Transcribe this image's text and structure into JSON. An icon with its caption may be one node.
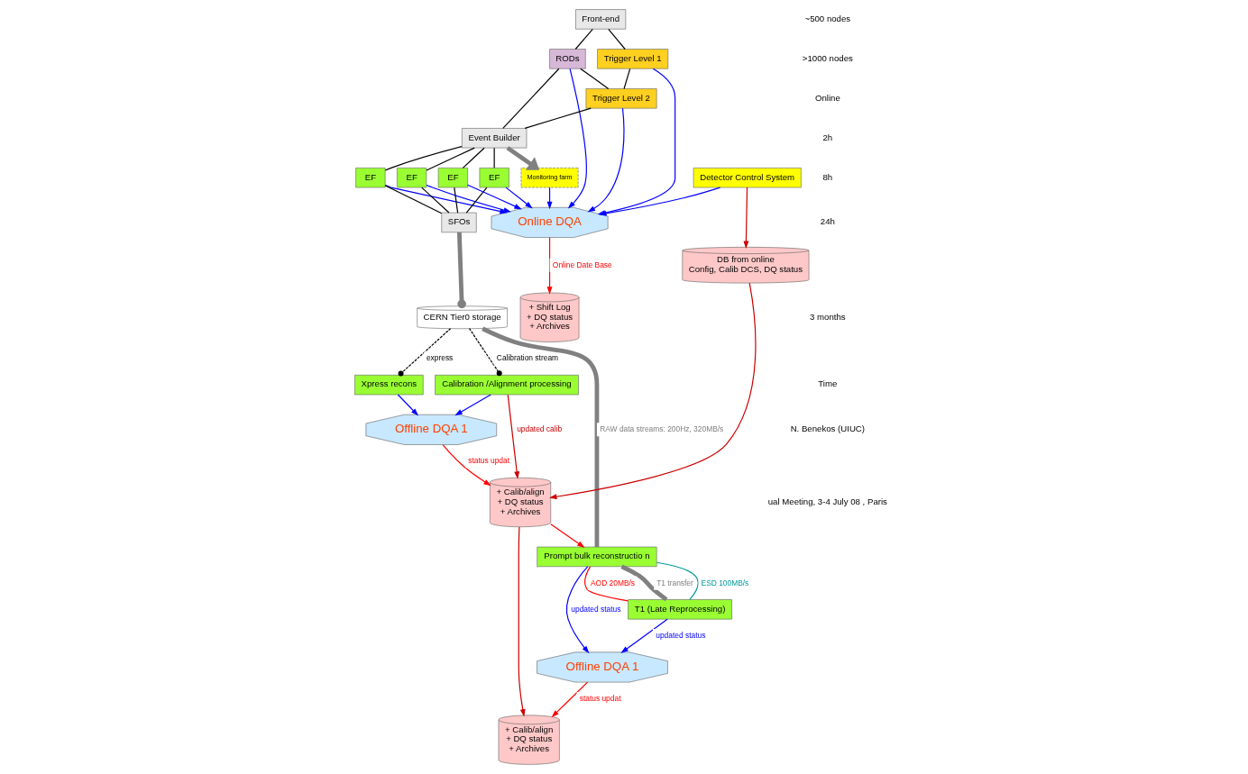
{
  "diagram": {
    "nodes": [
      {
        "text": [
          "Front-end"
        ]
      },
      {
        "text": [
          "Detector Control System"
        ]
      },
      {
        "text": [
          "Trigger Level 1"
        ]
      },
      {
        "text": [
          "RODs"
        ]
      },
      {
        "text": [
          "Online DQA"
        ]
      },
      {
        "text": [
          "Trigger Level 2"
        ]
      },
      {
        "text": [
          "Event Builder"
        ]
      },
      {
        "text": [
          "Monitoring farm"
        ]
      },
      {
        "text": [
          "EF"
        ]
      },
      {
        "text": [
          "EF"
        ]
      },
      {
        "text": [
          "EF"
        ]
      },
      {
        "text": [
          "EF"
        ]
      },
      {
        "text": [
          "SFOs"
        ]
      },
      {
        "text": [
          "+ Shift Log",
          "+ DQ status",
          "+ Archives"
        ]
      },
      {
        "text": [
          "CERN Tier0 storage"
        ]
      },
      {
        "text": [
          "DB from online",
          "Config, Calib DCS, DQ status"
        ]
      },
      {
        "text": [
          "Xpress recons"
        ]
      },
      {
        "text": [
          "Calibration /Alignment processing"
        ]
      },
      {
        "text": [
          "Offline DQA 1"
        ]
      },
      {
        "text": [
          "+ Calib/align",
          "+ DQ status",
          "+ Archives"
        ]
      },
      {
        "text": [
          "Prompt bulk reconstructio n"
        ]
      },
      {
        "text": [
          "Offline DQA 1"
        ]
      },
      {
        "text": [
          "T1 (Late Reprocessing)"
        ]
      },
      {
        "text": [
          "+ Calib/align",
          "+ DQ status",
          "+ Archives"
        ]
      }
    ],
    "edges": [
      {
        "from": 0,
        "to": 2,
        "arrow": "none"
      },
      {
        "from": 0,
        "to": 3,
        "arrow": "none"
      },
      {
        "from": 2,
        "to": 5,
        "arrow": "none"
      },
      {
        "from": 3,
        "to": 5,
        "arrow": "none"
      },
      {
        "from": 5,
        "to": 6,
        "arrow": "none"
      },
      {
        "from": 3,
        "to": 6,
        "arrow": "none"
      },
      {
        "from": 1,
        "to": 4,
        "arrow": "to",
        "color": "#0000ff"
      },
      {
        "from": 3,
        "to": 4,
        "arrow": "to",
        "color": "#0000ff"
      },
      {
        "from": 2,
        "to": 4,
        "arrow": "to",
        "color": "#0000ff"
      },
      {
        "from": 5,
        "to": 4,
        "arrow": "to",
        "color": "#0000ff"
      },
      {
        "from": 7,
        "to": 4,
        "arrow": "to",
        "color": "#0000ff"
      },
      {
        "from": 6,
        "to": 7,
        "arrow": "to",
        "style": "thick",
        "color": "#808080"
      },
      {
        "from": 6,
        "to": 8,
        "arrow": "none"
      },
      {
        "from": 6,
        "to": 9,
        "arrow": "none"
      },
      {
        "from": 6,
        "to": 10,
        "arrow": "none"
      },
      {
        "from": 6,
        "to": 11,
        "arrow": "none"
      },
      {
        "from": 8,
        "to": 4,
        "arrow": "to",
        "color": "#0000ff"
      },
      {
        "from": 9,
        "to": 4,
        "arrow": "to",
        "color": "#0000ff"
      },
      {
        "from": 10,
        "to": 4,
        "arrow": "to",
        "color": "#0000ff"
      },
      {
        "from": 11,
        "to": 4,
        "arrow": "to",
        "color": "#0000ff"
      },
      {
        "from": 8,
        "to": 12,
        "arrow": "none"
      },
      {
        "from": 9,
        "to": 12,
        "arrow": "none"
      },
      {
        "from": 10,
        "to": 12,
        "arrow": "none"
      },
      {
        "from": 11,
        "to": 12,
        "arrow": "none"
      },
      {
        "from": 4,
        "to": 13,
        "arrow": "to",
        "label": "Online Date Base",
        "color": "#ff0000"
      },
      {
        "from": 12,
        "to": 14,
        "arrow": "other",
        "style": "thick",
        "color": "#808080"
      },
      {
        "from": 1,
        "to": 15,
        "arrow": "to",
        "color": "#cc0000"
      },
      {
        "from": 14,
        "to": 16,
        "arrow": "other",
        "label": "express",
        "style": "dashed"
      },
      {
        "from": 14,
        "to": 17,
        "arrow": "other",
        "label": "Calibration stream",
        "style": "dashed"
      },
      {
        "from": 14,
        "to": 20,
        "arrow": "none",
        "label": "RAW data streams: 200Hz, 320MB/s",
        "style": "thick",
        "color": "#808080"
      },
      {
        "from": 16,
        "to": 18,
        "arrow": "to",
        "color": "#0000ff"
      },
      {
        "from": 17,
        "to": 18,
        "arrow": "to",
        "color": "#0000ff"
      },
      {
        "from": 17,
        "to": 19,
        "arrow": "to",
        "label": "updated calib",
        "color": "#cc0000"
      },
      {
        "from": 15,
        "to": 19,
        "arrow": "to",
        "color": "#cc0000"
      },
      {
        "from": 18,
        "to": 19,
        "arrow": "to",
        "label": "status updat",
        "color": "#ff0000"
      },
      {
        "from": 19,
        "to": 20,
        "arrow": "to",
        "color": "#ff0000"
      },
      {
        "from": 20,
        "to": 21,
        "arrow": "to",
        "label": "updated status",
        "color": "#0000ff"
      },
      {
        "from": 19,
        "to": 23,
        "arrow": "to",
        "color": "#cc0000"
      },
      {
        "from": 21,
        "to": 23,
        "arrow": "to",
        "label": "status updat",
        "color": "#ff0000"
      },
      {
        "from": 20,
        "to": 22,
        "arrow": "none",
        "label": "T1 transfer",
        "style": "thick",
        "color": "#808080"
      },
      {
        "from": 20,
        "to": 22,
        "arrow": "none",
        "label": "ESD 100MB/s",
        "color": "#009999"
      },
      {
        "from": 20,
        "to": 22,
        "arrow": "none",
        "label": "AOD 20MB/s",
        "color": "#ff0000"
      },
      {
        "from": 22,
        "to": 21,
        "arrow": "to",
        "label": "updated status",
        "color": "#0000ff"
      }
    ],
    "labels": [
      "~500 nodes",
      ">1000 nodes",
      "Online",
      "2h",
      "8h",
      "24h",
      "3 months",
      "Time",
      "N. Benekos (UIUC)",
      "ual Meeting, 3-4 July 08 , Paris"
    ]
  }
}
